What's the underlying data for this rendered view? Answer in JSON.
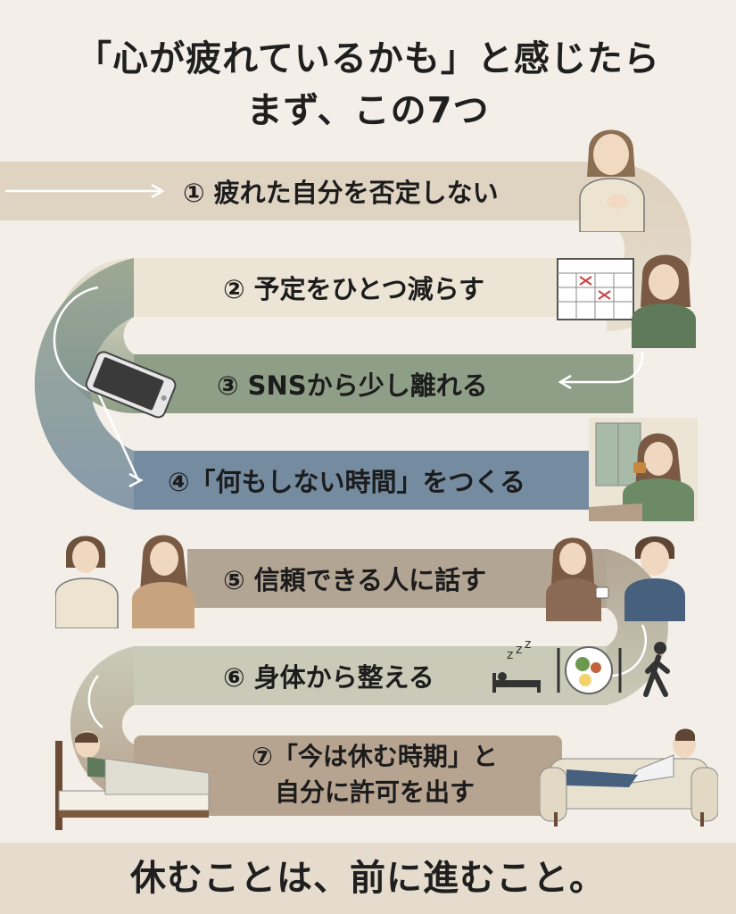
{
  "title": {
    "line1": "「心が疲れているかも」と感じたら",
    "line2": "まず、この7つ"
  },
  "steps": [
    {
      "label": "① 疲れた自分を否定しない"
    },
    {
      "label": "② 予定をひとつ減らす"
    },
    {
      "label": "③ SNSから少し離れる"
    },
    {
      "label": "④「何もしない時間」をつくる"
    },
    {
      "label": "⑤ 信頼できる人に話す"
    },
    {
      "label": "⑥ 身体から整える"
    },
    {
      "label_line1": "⑦「今は休む時期」と",
      "label_line2": "自分に許可を出す"
    }
  ],
  "footer": "休むことは、前に進むこと。",
  "band_colors": [
    "#dfd3c2",
    "#ece4d4",
    "#8f9f87",
    "#748ba0",
    "#b3a594",
    "#c9cbb8",
    "#b7a490"
  ],
  "icons": [
    "woman-hand-on-chest-icon",
    "calendar-icon",
    "smartphone-icon",
    "window-tea-icon",
    "two-women-talking-icon",
    "couple-coffee-icon",
    "sleep-bed-icon",
    "meal-plate-icon",
    "walking-person-icon",
    "person-in-bed-icon",
    "person-on-sofa-icon"
  ]
}
